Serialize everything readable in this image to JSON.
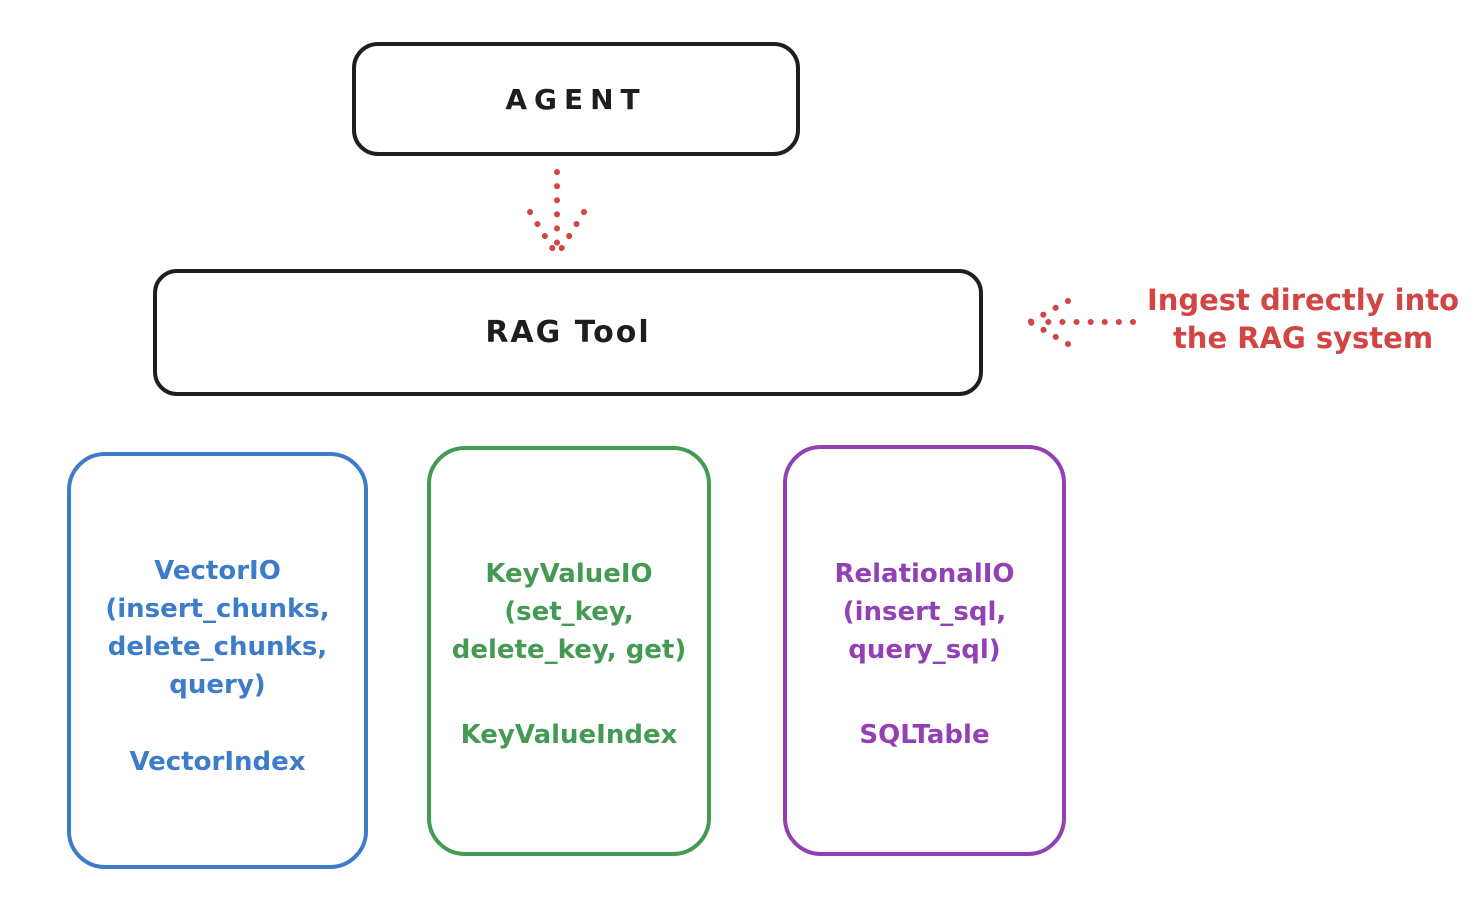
{
  "colors": {
    "background": "#ffffff",
    "ink": "#1e1e1e",
    "red": "#d14543",
    "blue": "#3d7cc9",
    "green": "#459a53",
    "purple": "#9240b3"
  },
  "nodes": {
    "agent": {
      "label": "AGENT"
    },
    "rag_tool": {
      "label": "RAG Tool"
    },
    "vector_io": {
      "lines": [
        "VectorIO",
        "(insert_chunks,",
        "delete_chunks,",
        "query)"
      ],
      "index": "VectorIndex"
    },
    "keyvalue_io": {
      "lines": [
        "KeyValueIO",
        "(set_key,",
        "delete_key, get)"
      ],
      "index": "KeyValueIndex"
    },
    "relational_io": {
      "lines": [
        "RelationalIO",
        "(insert_sql,",
        "query_sql)"
      ],
      "index": "SQLTable"
    }
  },
  "annotations": {
    "ingest": {
      "line1": "Ingest directly into",
      "line2": "the RAG system"
    }
  }
}
